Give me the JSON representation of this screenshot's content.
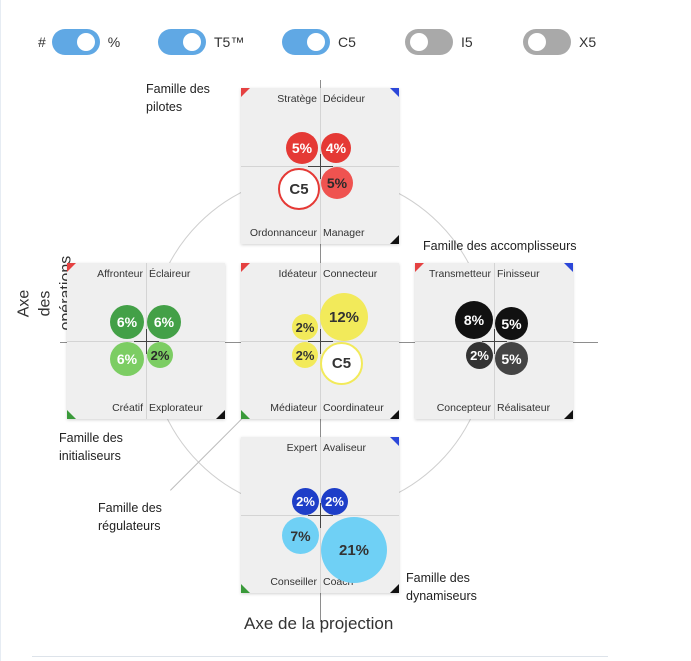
{
  "toggles": [
    {
      "left_label": "#",
      "right_label": "%",
      "on": true
    },
    {
      "left_label": "",
      "right_label": "T5™",
      "on": true
    },
    {
      "left_label": "",
      "right_label": "C5",
      "on": true
    },
    {
      "left_label": "",
      "right_label": "I5",
      "on": false
    },
    {
      "left_label": "",
      "right_label": "X5",
      "on": false
    }
  ],
  "axes": {
    "vertical": "Axe des opérations",
    "horizontal": "Axe de la projection"
  },
  "families": {
    "pilotes": "Famille des pilotes",
    "accomplisseurs": "Famille des accomplisseurs",
    "initialiseurs": "Famille des initialiseurs",
    "regulateurs": "Famille des régulateurs",
    "dynamiseurs": "Famille des dynamiseurs"
  },
  "cards": {
    "top": {
      "labels": {
        "tl": "Stratège",
        "tr": "Décideur",
        "bl": "Ordonnanceur",
        "br": "Manager"
      },
      "bubbles": {
        "tl": "5%",
        "tr": "4%",
        "bl": "C5",
        "br": "5%"
      },
      "colors": {
        "tl": "#e53935",
        "tr": "#e53935",
        "bl": "#e53935",
        "br": "#ef5350"
      }
    },
    "left": {
      "labels": {
        "tl": "Affronteur",
        "tr": "Éclaireur",
        "bl": "Créatif",
        "br": "Explorateur"
      },
      "bubbles": {
        "tl": "6%",
        "tr": "6%",
        "bl": "6%",
        "br": "2%"
      },
      "colors": {
        "tl": "#43a047",
        "tr": "#43a047",
        "bl": "#7ccd63",
        "br": "#7ccd63"
      }
    },
    "center": {
      "labels": {
        "tl": "Idéateur",
        "tr": "Connecteur",
        "bl": "Médiateur",
        "br": "Coordinateur"
      },
      "bubbles": {
        "tl": "2%",
        "tr": "12%",
        "bl": "2%",
        "br": "C5"
      },
      "colors": {
        "tl": "#f2ea5a",
        "tr": "#f2ea5a",
        "bl": "#f2ea5a",
        "br": "#f2ea5a"
      }
    },
    "right": {
      "labels": {
        "tl": "Transmetteur",
        "tr": "Finisseur",
        "bl": "Concepteur",
        "br": "Réalisateur"
      },
      "bubbles": {
        "tl": "8%",
        "tr": "5%",
        "bl": "2%",
        "br": "5%"
      },
      "colors": {
        "tl": "#111111",
        "tr": "#111111",
        "bl": "#333333",
        "br": "#444444"
      }
    },
    "bottom": {
      "labels": {
        "tl": "Expert",
        "tr": "Avaliseur",
        "bl": "Conseiller",
        "br": "Coach"
      },
      "bubbles": {
        "tl": "2%",
        "tr": "2%",
        "bl": "7%",
        "br": "21%"
      },
      "colors": {
        "tl": "#1e3ec8",
        "tr": "#1e3ec8",
        "bl": "#6fd0f5",
        "br": "#6fd0f5"
      }
    }
  }
}
